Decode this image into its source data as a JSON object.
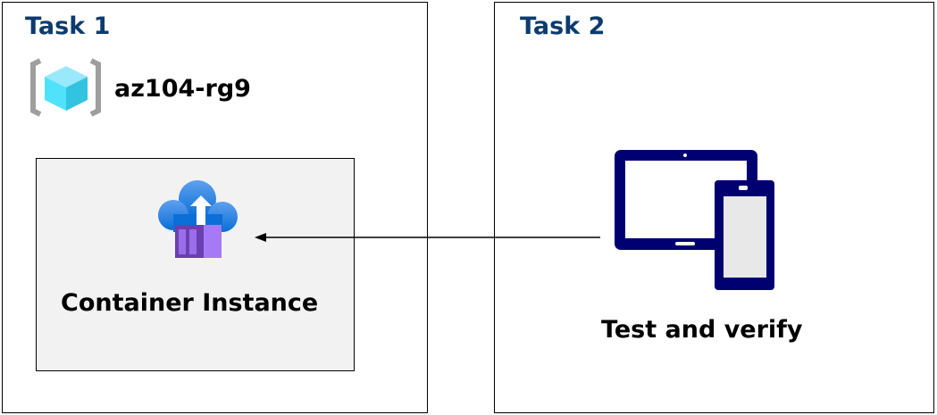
{
  "task1": {
    "title": "Task 1",
    "resource_group": "az104-rg9",
    "service": {
      "label": "Container Instance",
      "icon": "container-instance-icon"
    }
  },
  "task2": {
    "title": "Task 2",
    "label": "Test and verify",
    "icon": "tablet-phone-icon"
  },
  "colors": {
    "title": "#0c3c6e",
    "device": "#000070",
    "inner_box": "#f2f2f2"
  }
}
